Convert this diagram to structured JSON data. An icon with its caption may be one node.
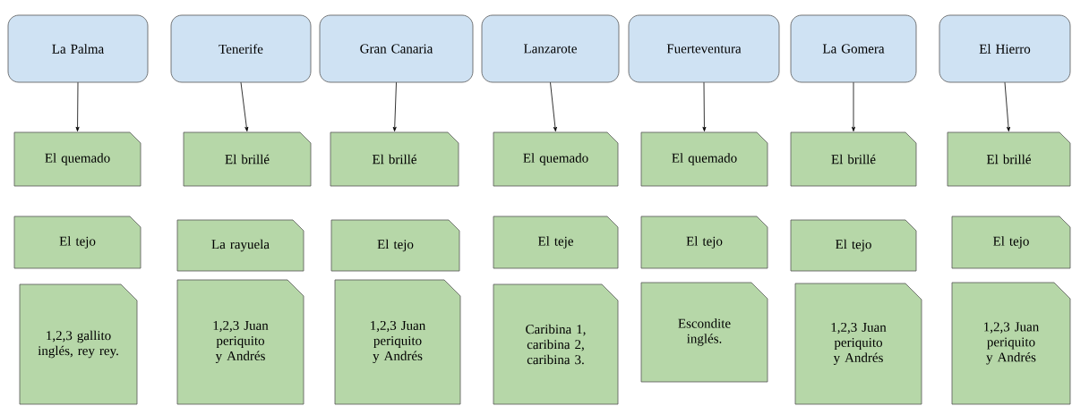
{
  "diagram": {
    "nodes": [
      {
        "text": [
          "La Palma"
        ]
      },
      {
        "text": [
          "Tenerife"
        ]
      },
      {
        "text": [
          "Gran Canaria"
        ]
      },
      {
        "text": [
          "Lanzarote"
        ]
      },
      {
        "text": [
          "Fuerteventura"
        ]
      },
      {
        "text": [
          "La Gomera"
        ]
      },
      {
        "text": [
          "El Hierro"
        ]
      },
      {
        "text": [
          "El quemado"
        ]
      },
      {
        "text": [
          "El brillé"
        ]
      },
      {
        "text": [
          "El brillé"
        ]
      },
      {
        "text": [
          "El quemado"
        ]
      },
      {
        "text": [
          "El quemado"
        ]
      },
      {
        "text": [
          "El brillé"
        ]
      },
      {
        "text": [
          "El brillé"
        ]
      },
      {
        "text": [
          "El tejo"
        ]
      },
      {
        "text": [
          "La rayuela"
        ]
      },
      {
        "text": [
          "El tejo"
        ]
      },
      {
        "text": [
          "El teje"
        ]
      },
      {
        "text": [
          "El tejo"
        ]
      },
      {
        "text": [
          "El tejo"
        ]
      },
      {
        "text": [
          "El tejo"
        ]
      },
      {
        "text": [
          "1,2,3 gallito inglés, rey rey."
        ]
      },
      {
        "text": [
          "1,2,3 Juan periquito y Andrés"
        ]
      },
      {
        "text": [
          "1,2,3 Juan periquito y Andrés"
        ]
      },
      {
        "text": [
          "Caribina 1, caribina 2, caribina 3."
        ]
      },
      {
        "text": [
          "Escondite inglés."
        ]
      },
      {
        "text": [
          "1,2,3 Juan periquito y Andrés"
        ]
      },
      {
        "text": [
          "1,2,3 Juan periquito y Andrés"
        ]
      }
    ],
    "edges": [
      {
        "from": 0,
        "to": 7,
        "arrow": "to"
      },
      {
        "from": 1,
        "to": 8,
        "arrow": "to"
      },
      {
        "from": 2,
        "to": 9,
        "arrow": "to"
      },
      {
        "from": 3,
        "to": 10,
        "arrow": "to"
      },
      {
        "from": 4,
        "to": 11,
        "arrow": "to"
      },
      {
        "from": 5,
        "to": 12,
        "arrow": "to"
      },
      {
        "from": 6,
        "to": 13,
        "arrow": "to"
      }
    ]
  }
}
